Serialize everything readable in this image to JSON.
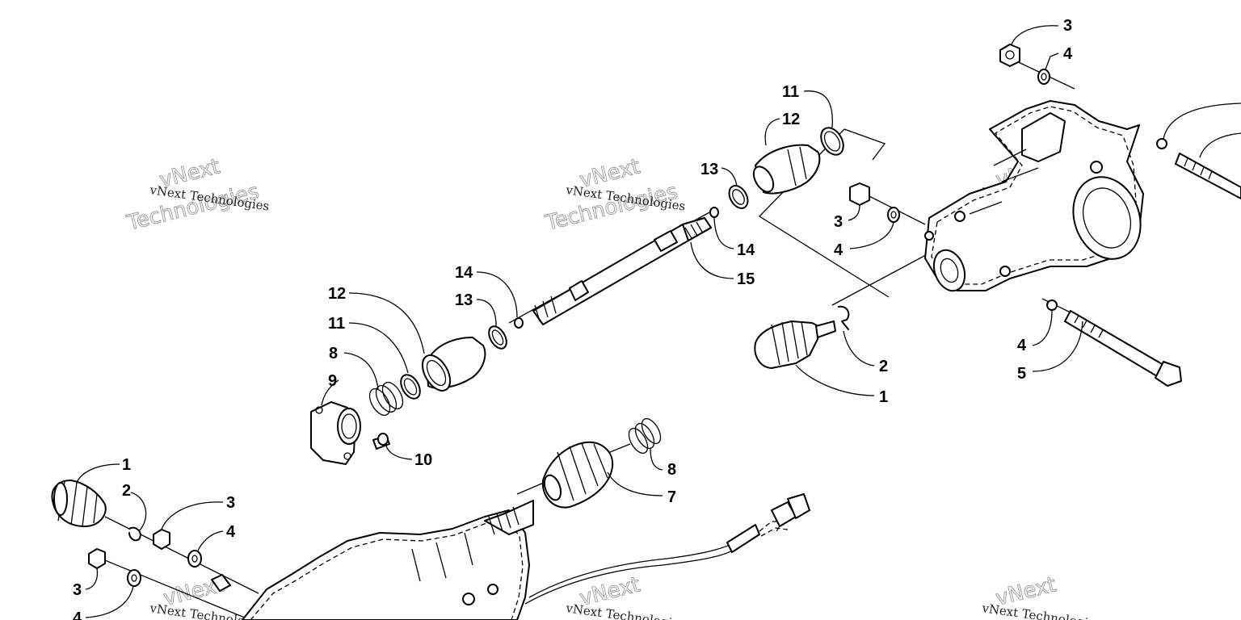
{
  "watermark": {
    "line1": "vNext",
    "line2": "Technologies",
    "small": "vNext Technologies"
  },
  "callouts": {
    "rear_housing_nut": "3",
    "rear_housing_washer": "4",
    "rear_stud_nut": "3",
    "rear_stud_washer": "4",
    "rear_bolt_washer": "4",
    "rear_bolt": "5",
    "rear_boot_clip": "2",
    "rear_boot": "1",
    "upper_clamp_large": "11",
    "upper_boot": "12",
    "upper_clamp_small": "13",
    "upper_retainer": "14",
    "axle_shaft": "15",
    "mid_retainer": "14",
    "mid_clamp_small": "13",
    "mid_boot": "12",
    "mid_clamp_large": "11",
    "mid_spring": "8",
    "flange_cover": "9",
    "flange_screw": "10",
    "lower_spring": "8",
    "lower_boot": "7",
    "front_boot": "1",
    "front_boot_clip": "2",
    "front_nut_a": "3",
    "front_washer_a": "4",
    "front_nut_b": "3",
    "front_washer_b": "4"
  }
}
